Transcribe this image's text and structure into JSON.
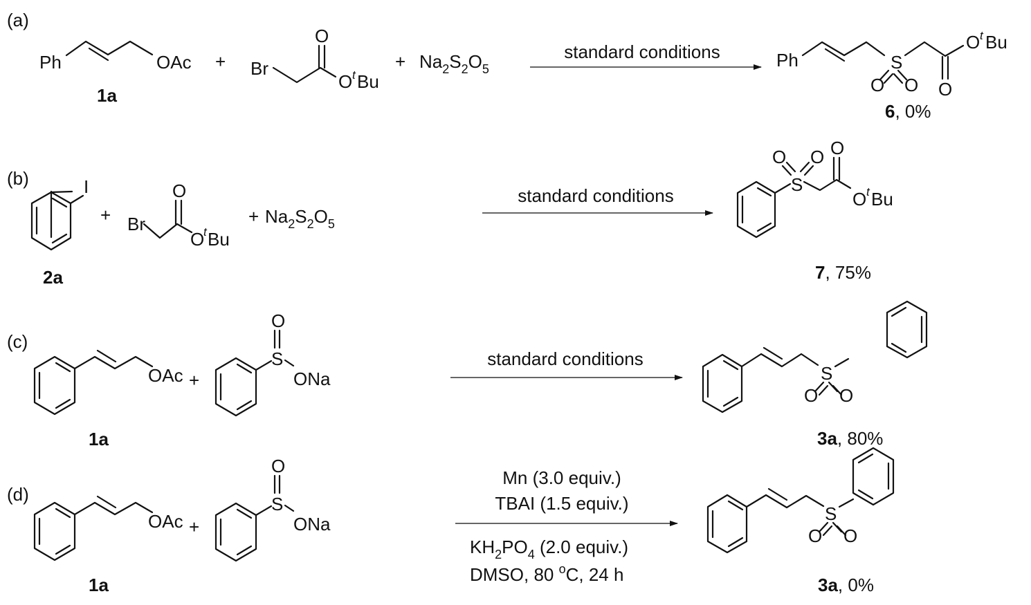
{
  "figure": {
    "schemes": [
      {
        "label": "(a)",
        "reactants": [
          {
            "id": "1a",
            "name": "cinnamyl acetate",
            "left_group": "Ph",
            "right_group": "OAc",
            "compound_label": "1a"
          },
          {
            "name": "tert-butyl bromoacetate",
            "br": "Br",
            "carbonyl_o": "O",
            "ester_o": "O",
            "tbu_sup": "t",
            "tbu": "Bu"
          },
          {
            "name": "sodium metabisulfite",
            "na": "Na",
            "sub1": "2",
            "s": "S",
            "sub2": "2",
            "o": "O",
            "sub3": "5"
          }
        ],
        "plus": "+",
        "conditions": [
          "standard conditions"
        ],
        "product": {
          "id": "6",
          "ph": "Ph",
          "s": "S",
          "o1": "O",
          "o2": "O",
          "o3": "O",
          "ester_o": "O",
          "tbu_sup": "t",
          "tbu": "Bu",
          "compound_label": "6",
          "yield": ", 0%"
        }
      },
      {
        "label": "(b)",
        "reactants": [
          {
            "id": "2a",
            "name": "iodobenzene",
            "i": "I",
            "compound_label": "2a"
          },
          {
            "name": "tert-butyl bromoacetate",
            "br": "Br",
            "carbonyl_o": "O",
            "ester_o": "O",
            "tbu_sup": "t",
            "tbu": "Bu"
          },
          {
            "name": "sodium metabisulfite",
            "na": "Na",
            "sub1": "2",
            "s": "S",
            "sub2": "2",
            "o": "O",
            "sub3": "5"
          }
        ],
        "plus": "+",
        "conditions": [
          "standard conditions"
        ],
        "product": {
          "id": "7",
          "s": "S",
          "o1": "O",
          "o2": "O",
          "o3": "O",
          "ester_o": "O",
          "tbu_sup": "t",
          "tbu": "Bu",
          "compound_label": "7",
          "yield": ", 75%"
        }
      },
      {
        "label": "(c)",
        "reactants": [
          {
            "id": "1a",
            "name": "cinnamyl acetate",
            "right_group": "OAc",
            "compound_label": "1a"
          },
          {
            "name": "sodium benzenesulfinate",
            "s": "S",
            "o": "O",
            "ona": "ONa"
          }
        ],
        "plus": "+",
        "conditions": [
          "standard conditions"
        ],
        "product": {
          "id": "3a",
          "s": "S",
          "o1": "O",
          "o2": "O",
          "compound_label": "3a",
          "yield": ", 80%"
        }
      },
      {
        "label": "(d)",
        "reactants": [
          {
            "id": "1a",
            "name": "cinnamyl acetate",
            "right_group": "OAc",
            "compound_label": "1a"
          },
          {
            "name": "sodium benzenesulfinate",
            "s": "S",
            "o": "O",
            "ona": "ONa"
          }
        ],
        "plus": "+",
        "conditions_above": [
          "Mn (3.0 equiv.)",
          "TBAI (1.5 equiv.)"
        ],
        "conditions_below": {
          "line1_pre": "KH",
          "line1_sub1": "2",
          "line1_mid": "PO",
          "line1_sub2": "4",
          "line1_post": " (2.0 equiv.)",
          "line2_pre": "DMSO, 80 ",
          "line2_sup": "o",
          "line2_post": "C, 24 h"
        },
        "product": {
          "id": "3a",
          "s": "S",
          "o1": "O",
          "o2": "O",
          "compound_label": "3a",
          "yield": ", 0%"
        }
      }
    ]
  }
}
